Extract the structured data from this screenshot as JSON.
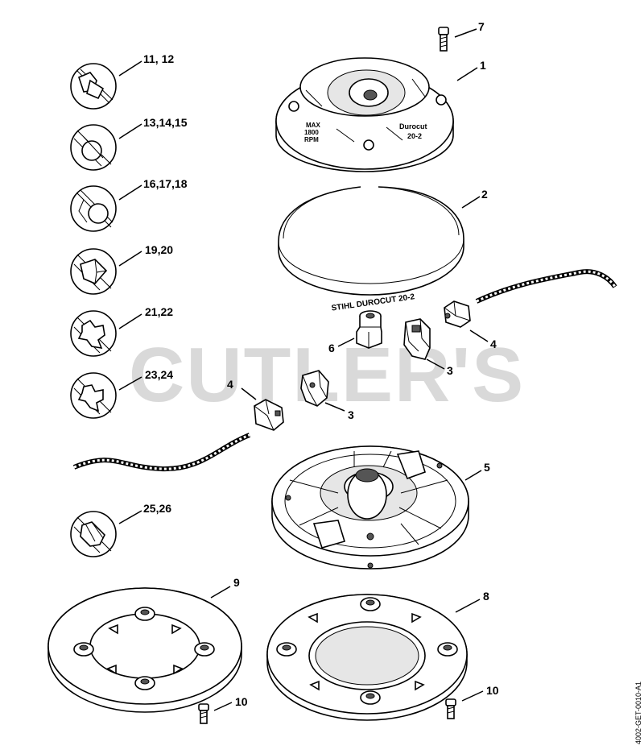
{
  "watermark": "CUTLER'S",
  "document_number": "4002-GET-0010-A1",
  "head_labels": {
    "max": "MAX",
    "rpm_value": "1800",
    "rpm": "RPM",
    "brand": "Durocut",
    "model": "20-2"
  },
  "ring_text": "STIHL DUROCUT 20-2",
  "callouts": {
    "c1": "1",
    "c2": "2",
    "c3a": "3",
    "c3b": "3",
    "c4a": "4",
    "c4b": "4",
    "c5": "5",
    "c6": "6",
    "c7": "7",
    "c8": "8",
    "c9": "9",
    "c10a": "10",
    "c10b": "10",
    "line_11_12": "11, 12",
    "line_13_15": "13,14,15",
    "line_16_18": "16,17,18",
    "line_19_20": "19,20",
    "line_21_22": "21,22",
    "line_23_24": "23,24",
    "line_25_26": "25,26"
  }
}
